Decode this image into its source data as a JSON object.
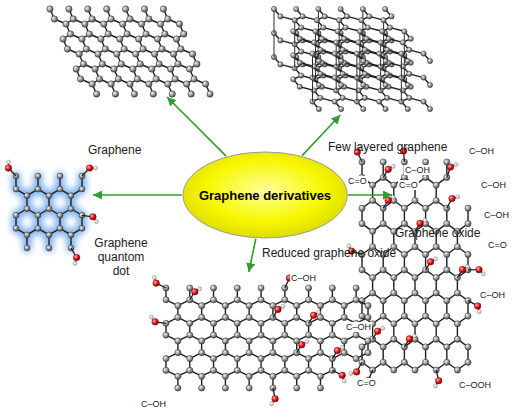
{
  "diagram": {
    "nodes": [
      {
        "text": [
          "Graphene derivatives"
        ]
      },
      {
        "text": [
          "Graphene"
        ]
      },
      {
        "text": [
          "Few layered graphene"
        ]
      },
      {
        "text": [
          "Graphene oxide"
        ]
      },
      {
        "text": [
          "Reduced graphene oxide"
        ]
      },
      {
        "text": [
          "Graphene quantom dot"
        ]
      }
    ],
    "edges": [
      {
        "from": 0,
        "to": 1,
        "arrow": "to"
      },
      {
        "from": 0,
        "to": 2,
        "arrow": "to"
      },
      {
        "from": 0,
        "to": 3,
        "arrow": "to"
      },
      {
        "from": 0,
        "to": 4,
        "arrow": "to"
      },
      {
        "from": 0,
        "to": 5,
        "arrow": "to"
      }
    ],
    "labels": [
      "C–OH",
      "C=O",
      "C–OH",
      "C=O",
      "C–OH",
      "C–OH",
      "C=O",
      "C–OH",
      "C=O",
      "C–OOH",
      "C–OH",
      "C–OH",
      "C–OH"
    ]
  }
}
